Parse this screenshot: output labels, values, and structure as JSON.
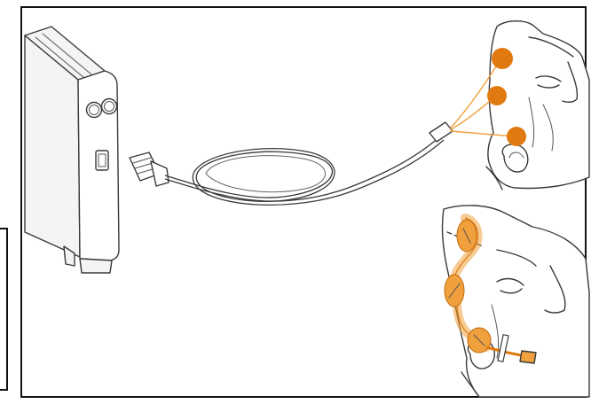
{
  "colors": {
    "accent": "#f0a03c",
    "accent_dark": "#e07a10",
    "line": "#3a3a3a"
  },
  "figure": {
    "type": "device-to-sensor connection illustration",
    "elements": [
      "monitor-device",
      "patient-cable",
      "sensor-electrodes-forehead",
      "sensor-strip-forehead"
    ]
  }
}
